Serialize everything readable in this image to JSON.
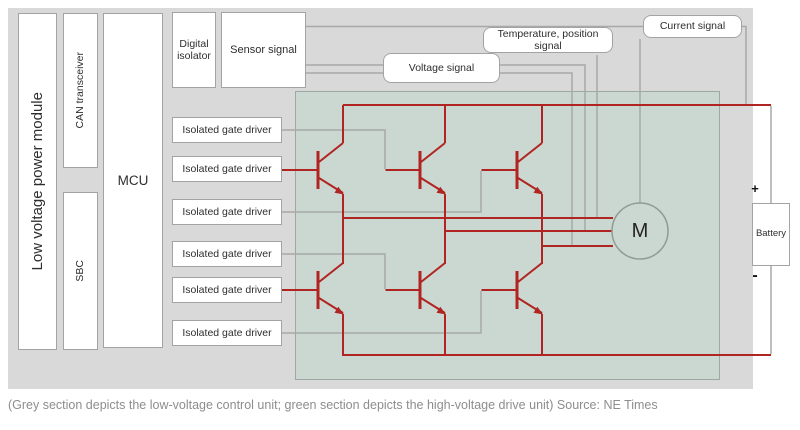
{
  "diagram": {
    "left_column": {
      "power_module": "Low voltage power module",
      "can_transceiver": "CAN transceiver",
      "sbc": "SBC",
      "mcu": "MCU"
    },
    "isolation_row": {
      "digital_isolator": "Digital isolator",
      "sensor_signal": "Sensor signal"
    },
    "gate_drivers": [
      "Isolated gate driver",
      "Isolated gate driver",
      "Isolated gate driver",
      "Isolated gate driver",
      "Isolated gate driver",
      "Isolated gate driver"
    ],
    "signal_labels": {
      "voltage": "Voltage signal",
      "temperature_position": "Temperature, position signal",
      "current": "Current signal"
    },
    "motor_label": "M",
    "battery": {
      "label": "Battery",
      "plus": "+",
      "minus": "-"
    },
    "caption": "(Grey section depicts the low-voltage control unit; green section depicts the high-voltage drive unit) Source: NE Times"
  },
  "colors": {
    "low_voltage_region_bg": "#d9d9d9",
    "high_voltage_region_bg": "#cbd8d2",
    "power_wire_red": "#b02421",
    "signal_wire_grey": "#a8a8a8",
    "box_border": "#a3a3a3",
    "caption_text": "#8d8d8d"
  }
}
